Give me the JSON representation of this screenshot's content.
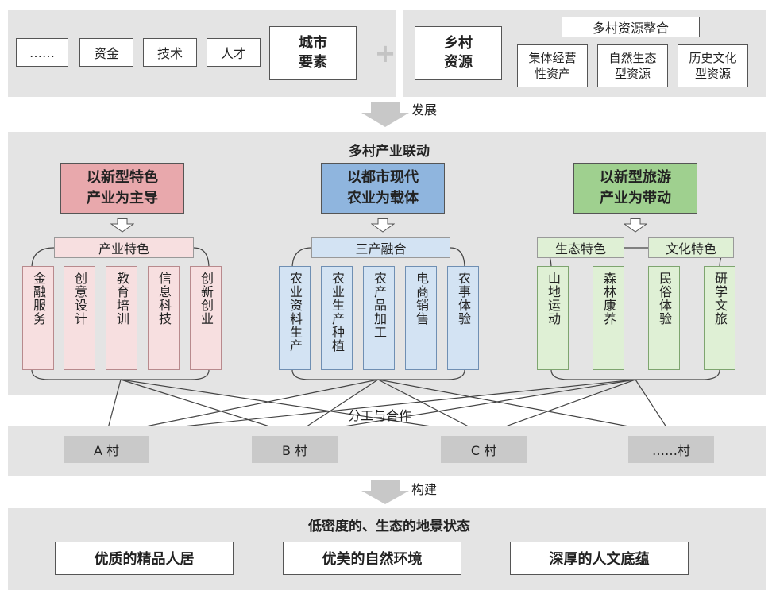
{
  "top": {
    "city_items": [
      "……",
      "资金",
      "技术",
      "人才"
    ],
    "city_title": "城市\n要素",
    "plus": "+",
    "rural_title": "乡村\n资源",
    "rural_integration": "多村资源整合",
    "rural_items": [
      "集体经营\n性资产",
      "自然生态\n型资源",
      "历史文化\n型资源"
    ]
  },
  "arrow1_label": "发展",
  "middle": {
    "title": "多村产业联动",
    "groups": [
      {
        "title": "以新型特色\n产业为主导",
        "subtitle": "产业特色",
        "items": [
          "金融服务",
          "创意设计",
          "教育培训",
          "信息科技",
          "创新创业"
        ],
        "colors": {
          "head": "#e8a8ac",
          "light": "#f7dfe0",
          "border": "#b88a8d"
        }
      },
      {
        "title": "以都市现代\n农业为载体",
        "subtitle": "三产融合",
        "items": [
          "农业资料生产",
          "农业生产种植",
          "农产品加工",
          "电商销售",
          "农事体验"
        ],
        "colors": {
          "head": "#8fb5de",
          "light": "#d3e3f3",
          "border": "#6f8fb3"
        }
      },
      {
        "title": "以新型旅游\n产业为带动",
        "subtitles": [
          "生态特色",
          "文化特色"
        ],
        "items": [
          "山地运动",
          "森林康养",
          "民俗体验",
          "研学文旅"
        ],
        "colors": {
          "head": "#9fd08f",
          "light": "#dff0d5",
          "border": "#7ea56f"
        }
      }
    ]
  },
  "collab_label": "分工与合作",
  "villages": [
    "A 村",
    "B 村",
    "C 村",
    "……村"
  ],
  "arrow2_label": "构建",
  "bottom": {
    "title": "低密度的、生态的地景状态",
    "items": [
      "优质的精品人居",
      "优美的自然环境",
      "深厚的人文底蕴"
    ]
  },
  "colors": {
    "panel": "#e4e4e4",
    "village": "#c9c9c9",
    "arrow": "#c8c8c8"
  }
}
